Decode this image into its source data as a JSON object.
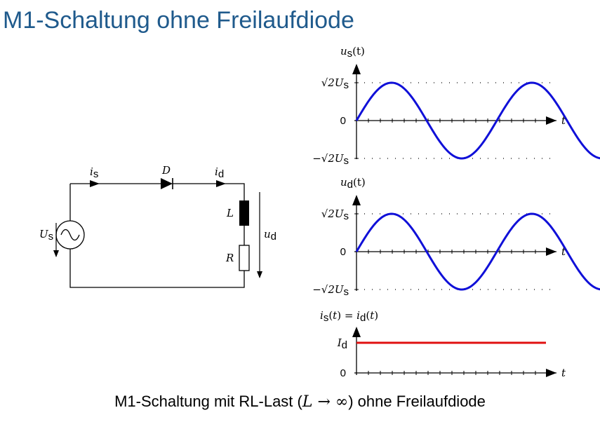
{
  "title": "M1-Schaltung ohne Freilaufdiode",
  "caption": {
    "prefix": "M1-Schaltung mit RL-Last (",
    "math": "L → ∞",
    "suffix": ") ohne Freilaufdiode"
  },
  "circuit": {
    "source_label": "U",
    "source_sub": "s",
    "current_label": "i",
    "current_sub": "s",
    "diode_label": "D",
    "load_current_label": "i",
    "load_current_sub": "d",
    "inductor_label": "L",
    "resistor_label": "R",
    "output_voltage_label": "u",
    "output_voltage_sub": "d"
  },
  "charts": {
    "time_label": "t",
    "us": {
      "title_var": "u",
      "title_sub": "s",
      "title_arg": "(t)",
      "ticks": {
        "top": "√2U",
        "top_sub": "s",
        "zero": "0",
        "bottom": "−√2U",
        "bottom_sub": "s"
      }
    },
    "ud": {
      "title_var": "u",
      "title_sub": "d",
      "title_arg": "(t)",
      "ticks": {
        "top": "√2U",
        "top_sub": "s",
        "zero": "0",
        "bottom": "−√2U",
        "bottom_sub": "s"
      }
    },
    "id": {
      "title": "is(t) = id(t)",
      "ticks": {
        "level": "I",
        "level_sub": "d",
        "zero": "0"
      }
    }
  },
  "colors": {
    "title": "#1f5a8c",
    "voltage_curve": "#1010d8",
    "current_curve": "#e01010"
  },
  "chart_data": [
    {
      "type": "line",
      "ylabel": "us(t)",
      "xlabel": "t",
      "series": [
        {
          "function": "sin",
          "amplitude": 1,
          "x_range_periods": [
            0,
            2.7
          ]
        }
      ],
      "y_ticks": [
        "−√2Us",
        "0",
        "√2Us"
      ],
      "ylim": [
        -1,
        1
      ]
    },
    {
      "type": "line",
      "ylabel": "ud(t)",
      "xlabel": "t",
      "series": [
        {
          "function": "sin",
          "amplitude": 1,
          "x_range_periods": [
            0,
            2.7
          ]
        }
      ],
      "y_ticks": [
        "−√2Us",
        "0",
        "√2Us"
      ],
      "ylim": [
        -1,
        1
      ]
    },
    {
      "type": "line",
      "ylabel": "is(t) = id(t)",
      "xlabel": "t",
      "series": [
        {
          "function": "constant",
          "value": 1
        }
      ],
      "y_ticks": [
        "0",
        "Id"
      ],
      "ylim": [
        0,
        1.3
      ]
    }
  ]
}
